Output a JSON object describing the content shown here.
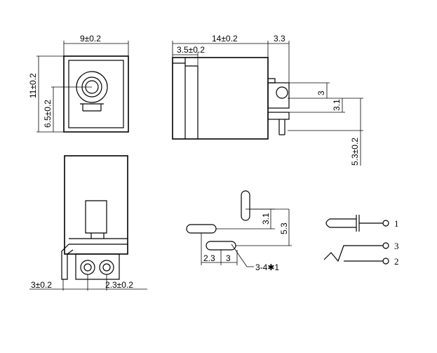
{
  "dims": {
    "front_width": "9±0.2",
    "front_height": "11±0.2",
    "hole_height": "6.5±0.2",
    "side_length": "14±0.2",
    "side_tab": "3.3",
    "side_inset": "3.5±0.2",
    "pin_offset_a": "3",
    "pin_offset_b": "3.1",
    "pin_offset_c": "5.3±0.2",
    "bottom_pin_left": "3±0.2",
    "bottom_pin_pitch": "2.3±0.2",
    "pad_v1": "3.1",
    "pad_v2": "5.3",
    "pad_h1": "2.3",
    "pad_h2": "3",
    "pad_slot": "3-4✱1"
  },
  "schematic": {
    "pin1": "1",
    "pin3": "3",
    "pin2": "2"
  }
}
